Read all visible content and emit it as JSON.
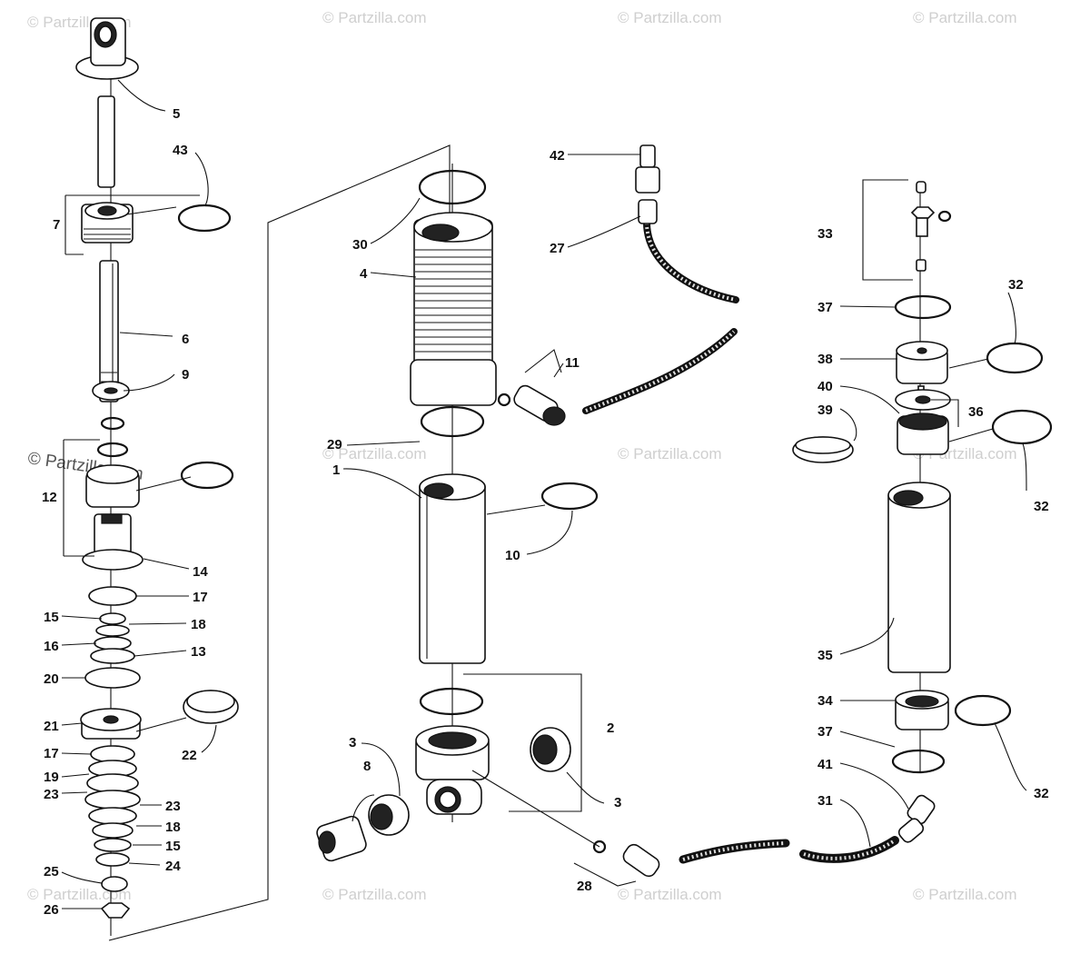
{
  "watermark": "© Partzilla.com",
  "callouts": {
    "c5": "5",
    "c43": "43",
    "c7": "7",
    "c6": "6",
    "c9": "9",
    "c12": "12",
    "c14": "14",
    "c17a": "17",
    "c15a": "15",
    "c18a": "18",
    "c16": "16",
    "c13": "13",
    "c20": "20",
    "c21": "21",
    "c22": "22",
    "c17b": "17",
    "c19": "19",
    "c23a": "23",
    "c23b": "23",
    "c18b": "18",
    "c15b": "15",
    "c24": "24",
    "c25": "25",
    "c26": "26",
    "c42": "42",
    "c27": "27",
    "c30": "30",
    "c4": "4",
    "c11": "11",
    "c29": "29",
    "c1": "1",
    "c10": "10",
    "c2": "2",
    "c3a": "3",
    "c3b": "3",
    "c8": "8",
    "c28": "28",
    "c33": "33",
    "c37a": "37",
    "c32a": "32",
    "c38": "38",
    "c40": "40",
    "c36": "36",
    "c39": "39",
    "c32b": "32",
    "c35": "35",
    "c34": "34",
    "c37b": "37",
    "c32c": "32",
    "c41": "41",
    "c31": "31"
  }
}
